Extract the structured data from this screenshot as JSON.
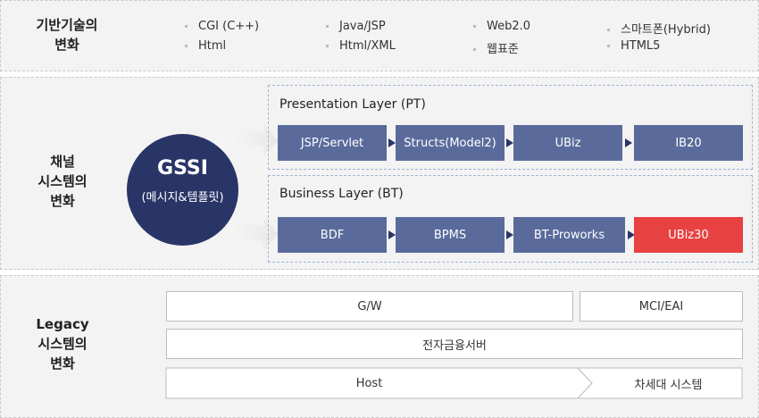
{
  "tech": {
    "title_line1": "기반기술의",
    "title_line2": "변화",
    "items": [
      "CGI (C++)",
      "Html",
      "Java/JSP",
      "Html/XML",
      "Web2.0",
      "웹표준",
      "스마트폰(Hybrid)",
      "HTML5"
    ]
  },
  "channel": {
    "title_line1": "채널",
    "title_line2": "시스템의",
    "title_line3": "변화",
    "gssi_main": "GSSI",
    "gssi_sub": "(메시지&템플릿)",
    "pt": {
      "title": "Presentation Layer (PT)",
      "blocks": [
        "JSP/Servlet",
        "Structs(Model2)",
        "UBiz",
        "IB20"
      ]
    },
    "bt": {
      "title": "Business Layer (BT)",
      "blocks": [
        "BDF",
        "BPMS",
        "BT-Proworks",
        "UBiz30"
      ]
    },
    "colors": {
      "circle": "#2a3567",
      "block": "#5a6b9b",
      "highlight": "#e84141"
    }
  },
  "legacy": {
    "title_line1": "Legacy",
    "title_line2": "시스템의",
    "title_line3": "변화",
    "gw": "G/W",
    "mci": "MCI/EAI",
    "efs": "전자금융서버",
    "host": "Host",
    "next": "차세대 시스템"
  }
}
